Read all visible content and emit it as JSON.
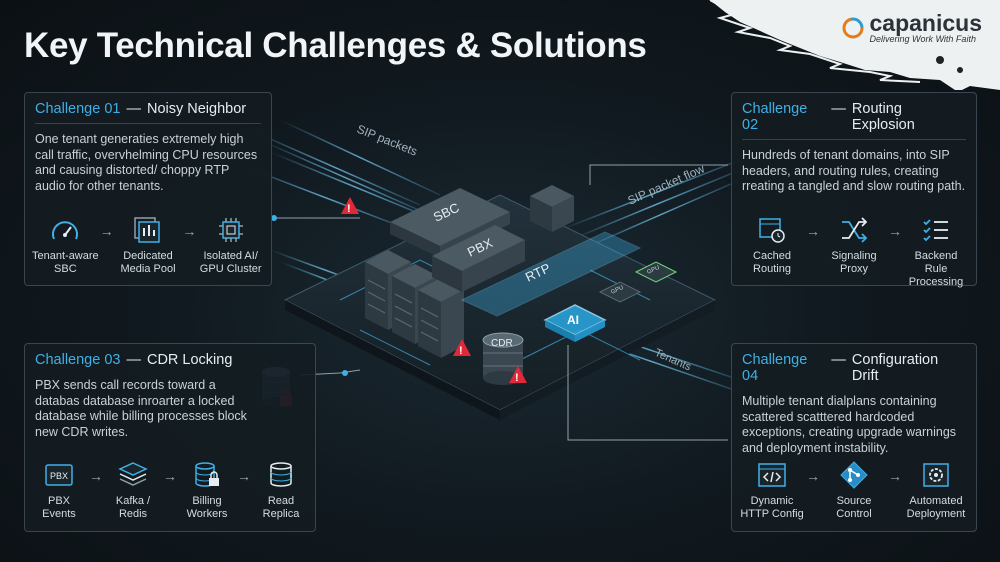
{
  "title": "Key Technical Challenges & Solutions",
  "logo": {
    "name": "capanicus",
    "tagline": "Delivering Work With Faith"
  },
  "challenges": [
    {
      "number": "Challenge 01",
      "dash": "—",
      "name": "Noisy Neighbor",
      "description": "One tenant generaties extremely high call traffic, overvhelming CPU resources and causing distorted/ choppy RTP audio for other tenants.",
      "steps": [
        {
          "label": "Tenant-aware SBC",
          "icon": "gauge-icon"
        },
        {
          "label": "Dedicated Media Pool",
          "icon": "media-pool-icon"
        },
        {
          "label": "Isolated AI/ GPU Cluster",
          "icon": "chip-icon"
        }
      ]
    },
    {
      "number": "Challenge 02",
      "dash": "—",
      "name": "Routing Explosion",
      "description": "Hundreds of tenant domains, into SIP headers, and routing rules, creating rreating a tangled and slow routing path.",
      "steps": [
        {
          "label": "Cached Routing",
          "icon": "cached-routing-icon"
        },
        {
          "label": "Signaling Proxy",
          "icon": "shuffle-icon"
        },
        {
          "label": "Backend Rule Processing",
          "icon": "checklist-icon"
        }
      ]
    },
    {
      "number": "Challenge 03",
      "dash": "—",
      "name": "CDR Locking",
      "description": "PBX sends call records toward a databas database inroarter a locked database while billing processes block new CDR writes.",
      "steps": [
        {
          "label": "PBX Events",
          "icon": "pbx-icon"
        },
        {
          "label": "Kafka / Redis",
          "icon": "layers-icon"
        },
        {
          "label": "Billing Workers",
          "icon": "db-lock-icon"
        },
        {
          "label": "Read Replica",
          "icon": "database-icon"
        }
      ]
    },
    {
      "number": "Challenge 04",
      "dash": "—",
      "name": "Configuration Drift",
      "description": "Multiple tenant dialplans containing scattered scatttered hardcoded exceptions, creating upgrade warnings and deployment instability.",
      "steps": [
        {
          "label": "Dynamic HTTP Config",
          "icon": "code-window-icon"
        },
        {
          "label": "Source Control",
          "icon": "git-icon"
        },
        {
          "label": "Automated Deployment",
          "icon": "gear-box-icon"
        }
      ]
    }
  ],
  "diagram": {
    "sbc": "SBC",
    "pbx": "PBX",
    "rtp": "RTP",
    "ai": "AI",
    "gpu": "GPU",
    "cdr": "CDR",
    "sip_packets": "SIP packets",
    "sip_packet_flow": "SIP packet flow",
    "tenants": "Tenants"
  },
  "colors": {
    "accent": "#3fb0e6",
    "alert": "#e0283a",
    "card_border": "#3a4750"
  }
}
